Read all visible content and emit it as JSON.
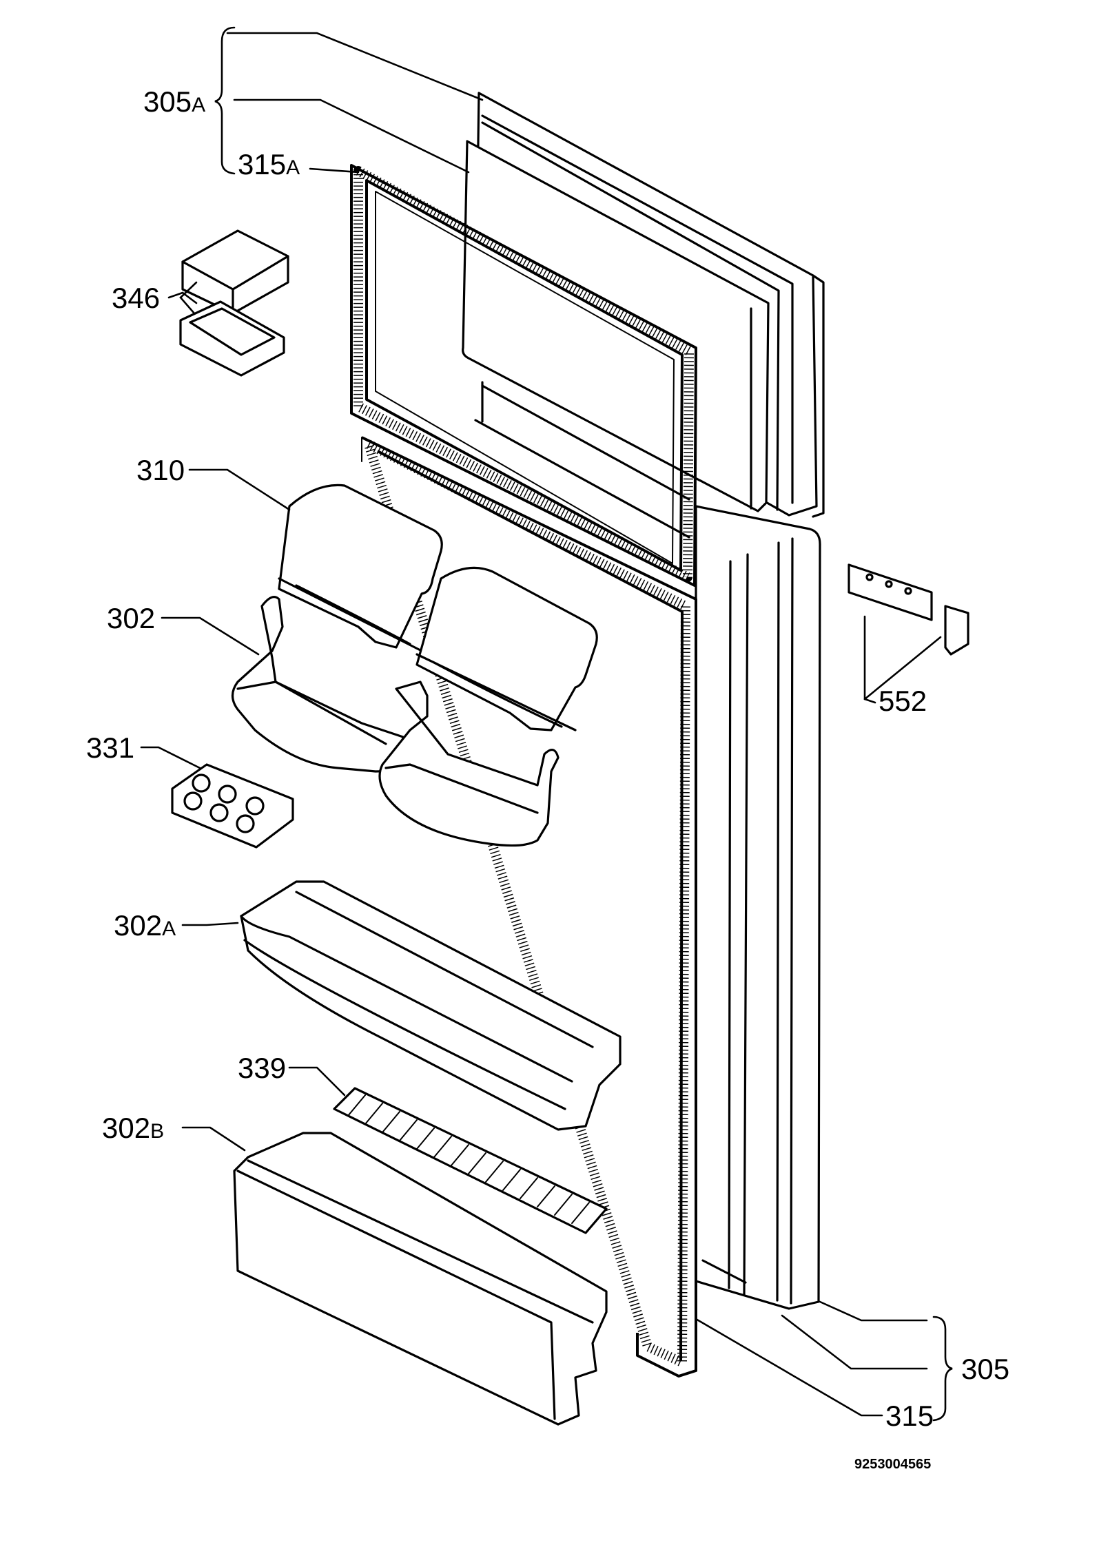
{
  "diagram": {
    "labels": {
      "p305a": {
        "num": "305",
        "suf": "A"
      },
      "p315a": {
        "num": "315",
        "suf": "A"
      },
      "p346": {
        "num": "346"
      },
      "p310": {
        "num": "310"
      },
      "p302": {
        "num": "302"
      },
      "p331": {
        "num": "331"
      },
      "p302a": {
        "num": "302",
        "suf": "A"
      },
      "p339": {
        "num": "339"
      },
      "p302b": {
        "num": "302",
        "suf": "B"
      },
      "p552": {
        "num": "552"
      },
      "p305": {
        "num": "305"
      },
      "p315": {
        "num": "315"
      }
    },
    "drawing_code": "9253004565"
  }
}
